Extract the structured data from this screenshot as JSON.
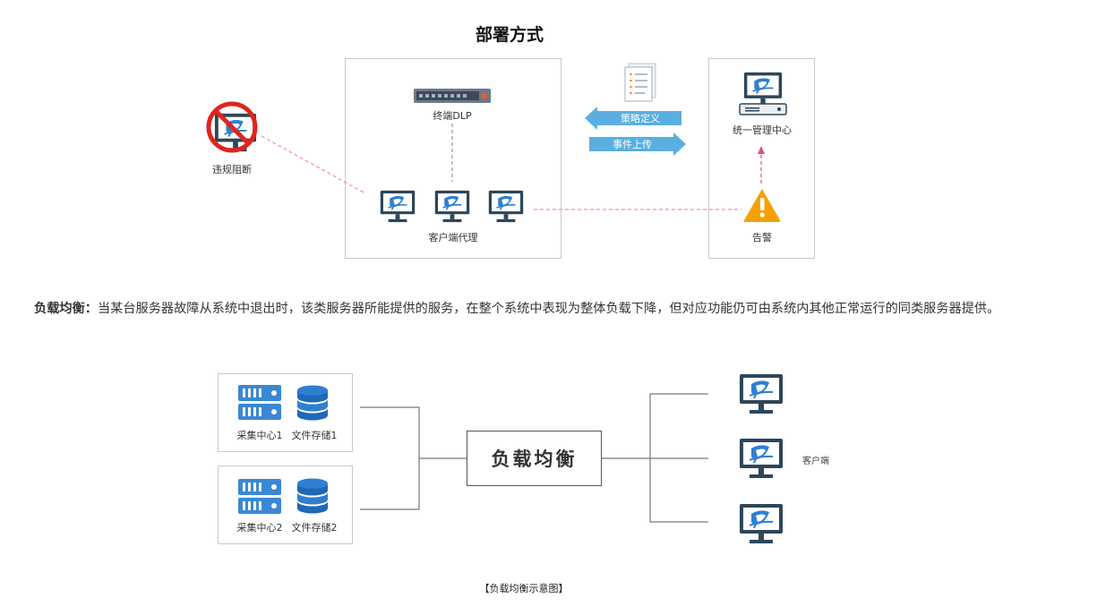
{
  "deployment": {
    "title": "部署方式",
    "dlp_label": "终端DLP",
    "block_label": "违规阻断",
    "agent_label": "客户端代理",
    "policy_arrow": "策略定义",
    "event_arrow": "事件上传",
    "center_label": "统一管理中心",
    "alert_label": "告警"
  },
  "paragraph": {
    "term": "负载均衡：",
    "text": "当某台服务器故障从系统中退出时，该类服务器所能提供的服务，在整个系统中表现为整体负载下降，但对应功能仍可由系统内其他正常运行的同类服务器提供。"
  },
  "loadbalance": {
    "collect1": "采集中心1",
    "storage1": "文件存储1",
    "collect2": "采集中心2",
    "storage2": "文件存储2",
    "center_label": "负载均衡",
    "client_label": "客户端"
  },
  "caption": "【负载均衡示意图】",
  "colors": {
    "arrow_blue": "#5aafe0",
    "alert_orange": "#f5a000",
    "block_red": "#e0241b",
    "monitor_dark": "#2d4659",
    "server_blue": "#3a88d2"
  }
}
